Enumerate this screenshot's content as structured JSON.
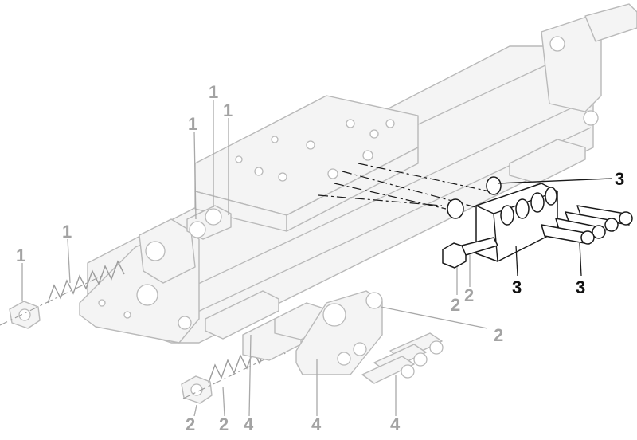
{
  "colors": {
    "ghost": "#b9b9b9",
    "dark": "#1a1a1a",
    "label_grey": "#a3a3a3",
    "label_dark": "#111111"
  },
  "callouts": {
    "c1a": "1",
    "c1b": "1",
    "c1c": "1",
    "c1d": "1",
    "c1e": "1",
    "c2a": "2",
    "c2b": "2",
    "c2c": "2",
    "c2d": "2",
    "c2e": "2",
    "c3a": "3",
    "c3b": "3",
    "c3c": "3",
    "c4a": "4",
    "c4b": "4",
    "c4c": "4"
  }
}
